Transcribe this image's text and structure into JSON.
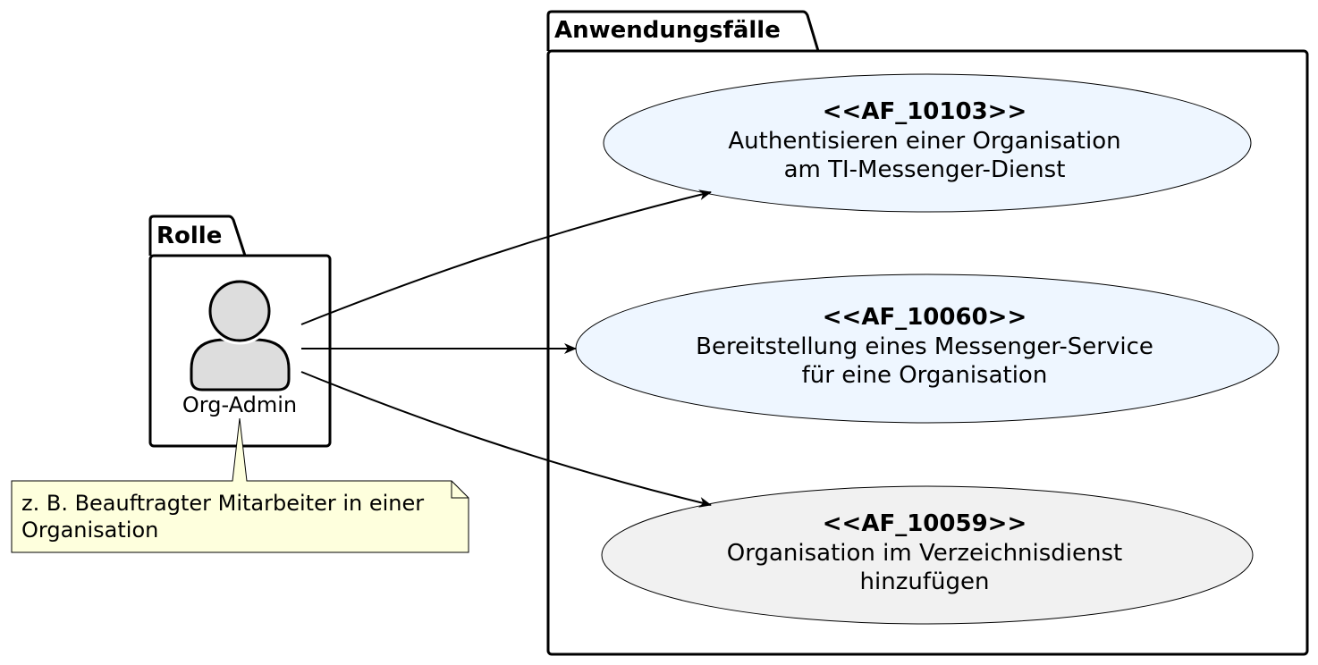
{
  "packages": {
    "role": {
      "title": "Rolle"
    },
    "usecases": {
      "title": "Anwendungsfälle"
    }
  },
  "actor": {
    "label": "Org-Admin",
    "icon": "person-icon"
  },
  "note": {
    "lines": [
      "z. B. Beauftragter Mitarbeiter in einer",
      "Organisation"
    ]
  },
  "use_cases": [
    {
      "stereotype": "<<AF_10103>>",
      "lines": [
        "Authentisieren einer Organisation",
        "am TI-Messenger-Dienst"
      ]
    },
    {
      "stereotype": "<<AF_10060>>",
      "lines": [
        "Bereitstellung eines Messenger-Service",
        "für eine Organisation"
      ]
    },
    {
      "stereotype": "<<AF_10059>>",
      "lines": [
        "Organisation im Verzeichnisdienst",
        "hinzufügen"
      ]
    }
  ],
  "colors": {
    "usecase_highlight": "#EEF6FF",
    "usecase_default": "#F1F1F1",
    "note_fill": "#FEFFDD",
    "actor_fill": "#DDDDDD",
    "stroke": "#000000"
  }
}
